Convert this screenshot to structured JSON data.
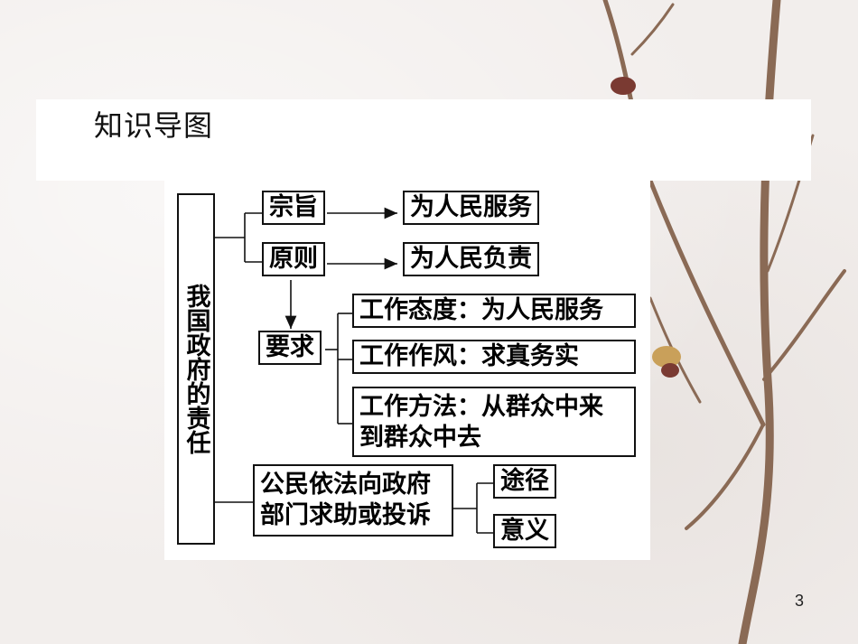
{
  "header": {
    "title": "知识导图"
  },
  "root": {
    "label": "我国政府的责任"
  },
  "nodes": {
    "zongzhi": "宗旨",
    "zongzhi_target": "为人民服务",
    "yuanze": "原则",
    "yuanze_target": "为人民负责",
    "yaoqiu": "要求",
    "req1": "工作态度：为人民服务",
    "req2": "工作作风：求真务实",
    "req3_line1": "工作方法：从群众中来",
    "req3_line2": "到群众中去",
    "citizen_line1": "公民依法向政府",
    "citizen_line2": "部门求助或投诉",
    "tujing": "途径",
    "yiyi": "意义"
  },
  "page_number": "3"
}
